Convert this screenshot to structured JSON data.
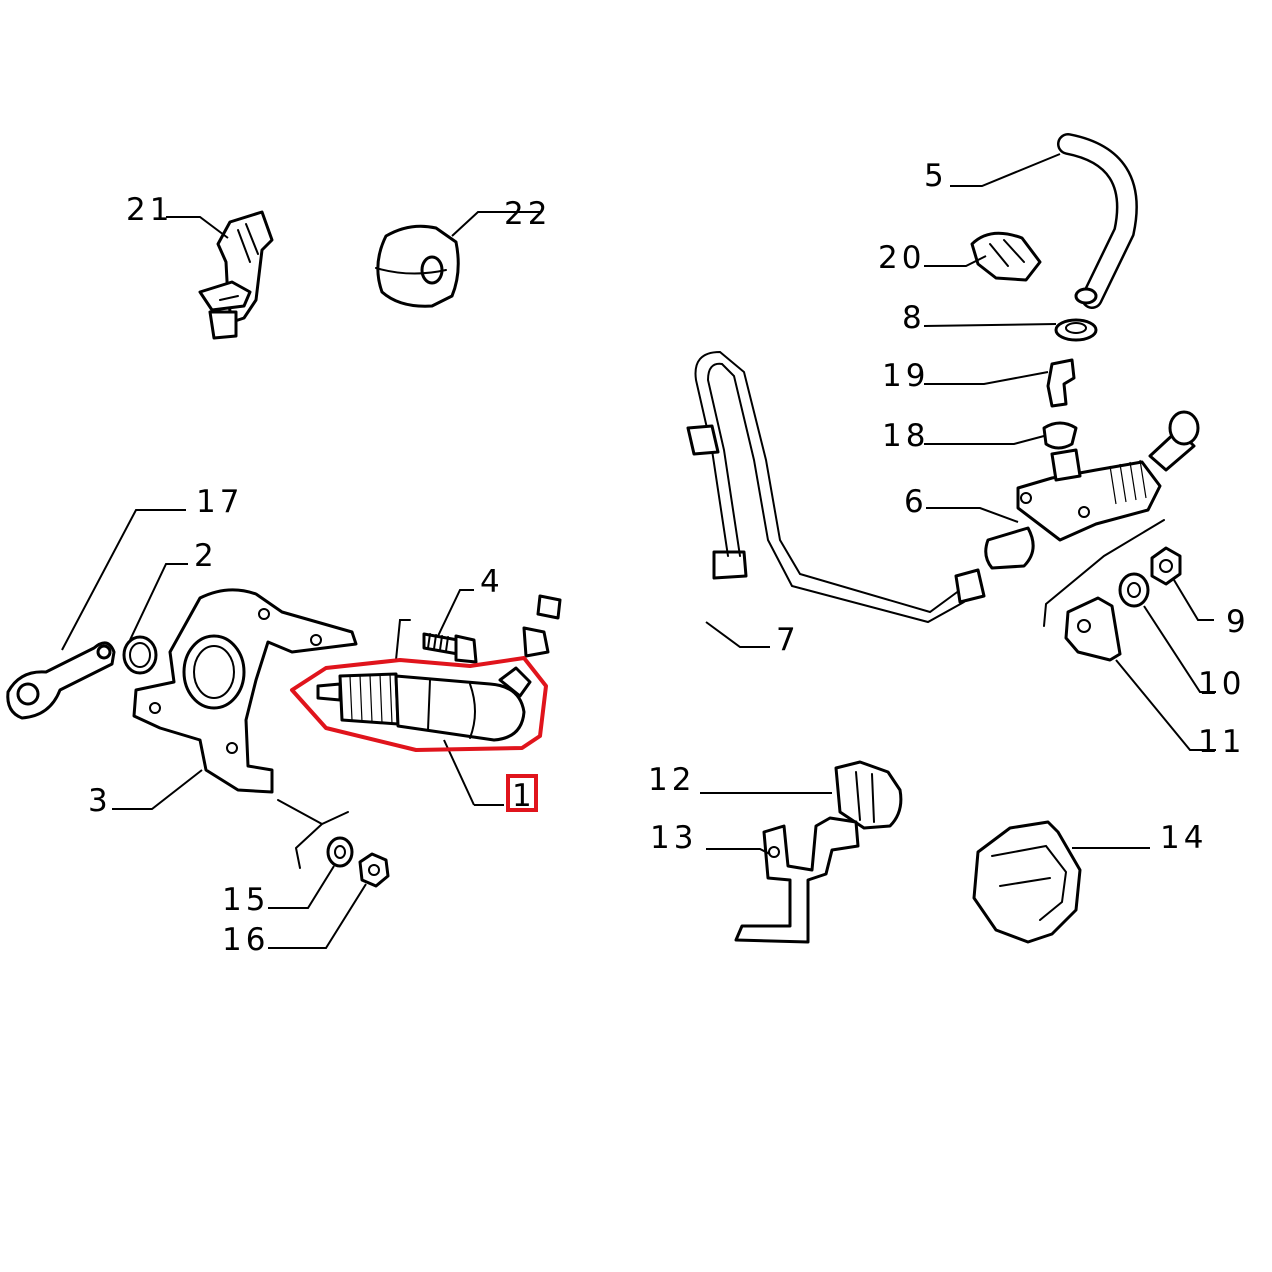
{
  "diagram": {
    "labels": [
      {
        "id": "1",
        "text": "1"
      },
      {
        "id": "2",
        "text": "2"
      },
      {
        "id": "3",
        "text": "3"
      },
      {
        "id": "4",
        "text": "4"
      },
      {
        "id": "5",
        "text": "5"
      },
      {
        "id": "6",
        "text": "6"
      },
      {
        "id": "7",
        "text": "7"
      },
      {
        "id": "8",
        "text": "8"
      },
      {
        "id": "9",
        "text": "9"
      },
      {
        "id": "10",
        "text": "10"
      },
      {
        "id": "11",
        "text": "11"
      },
      {
        "id": "12",
        "text": "12"
      },
      {
        "id": "13",
        "text": "13"
      },
      {
        "id": "14",
        "text": "14"
      },
      {
        "id": "15",
        "text": "15"
      },
      {
        "id": "16",
        "text": "16"
      },
      {
        "id": "17",
        "text": "17"
      },
      {
        "id": "18",
        "text": "18"
      },
      {
        "id": "19",
        "text": "19"
      },
      {
        "id": "20",
        "text": "20"
      },
      {
        "id": "21",
        "text": "21"
      },
      {
        "id": "22",
        "text": "22"
      }
    ],
    "highlighted_part": "1",
    "highlight_color": "#e0141c",
    "line_color": "#000000"
  }
}
